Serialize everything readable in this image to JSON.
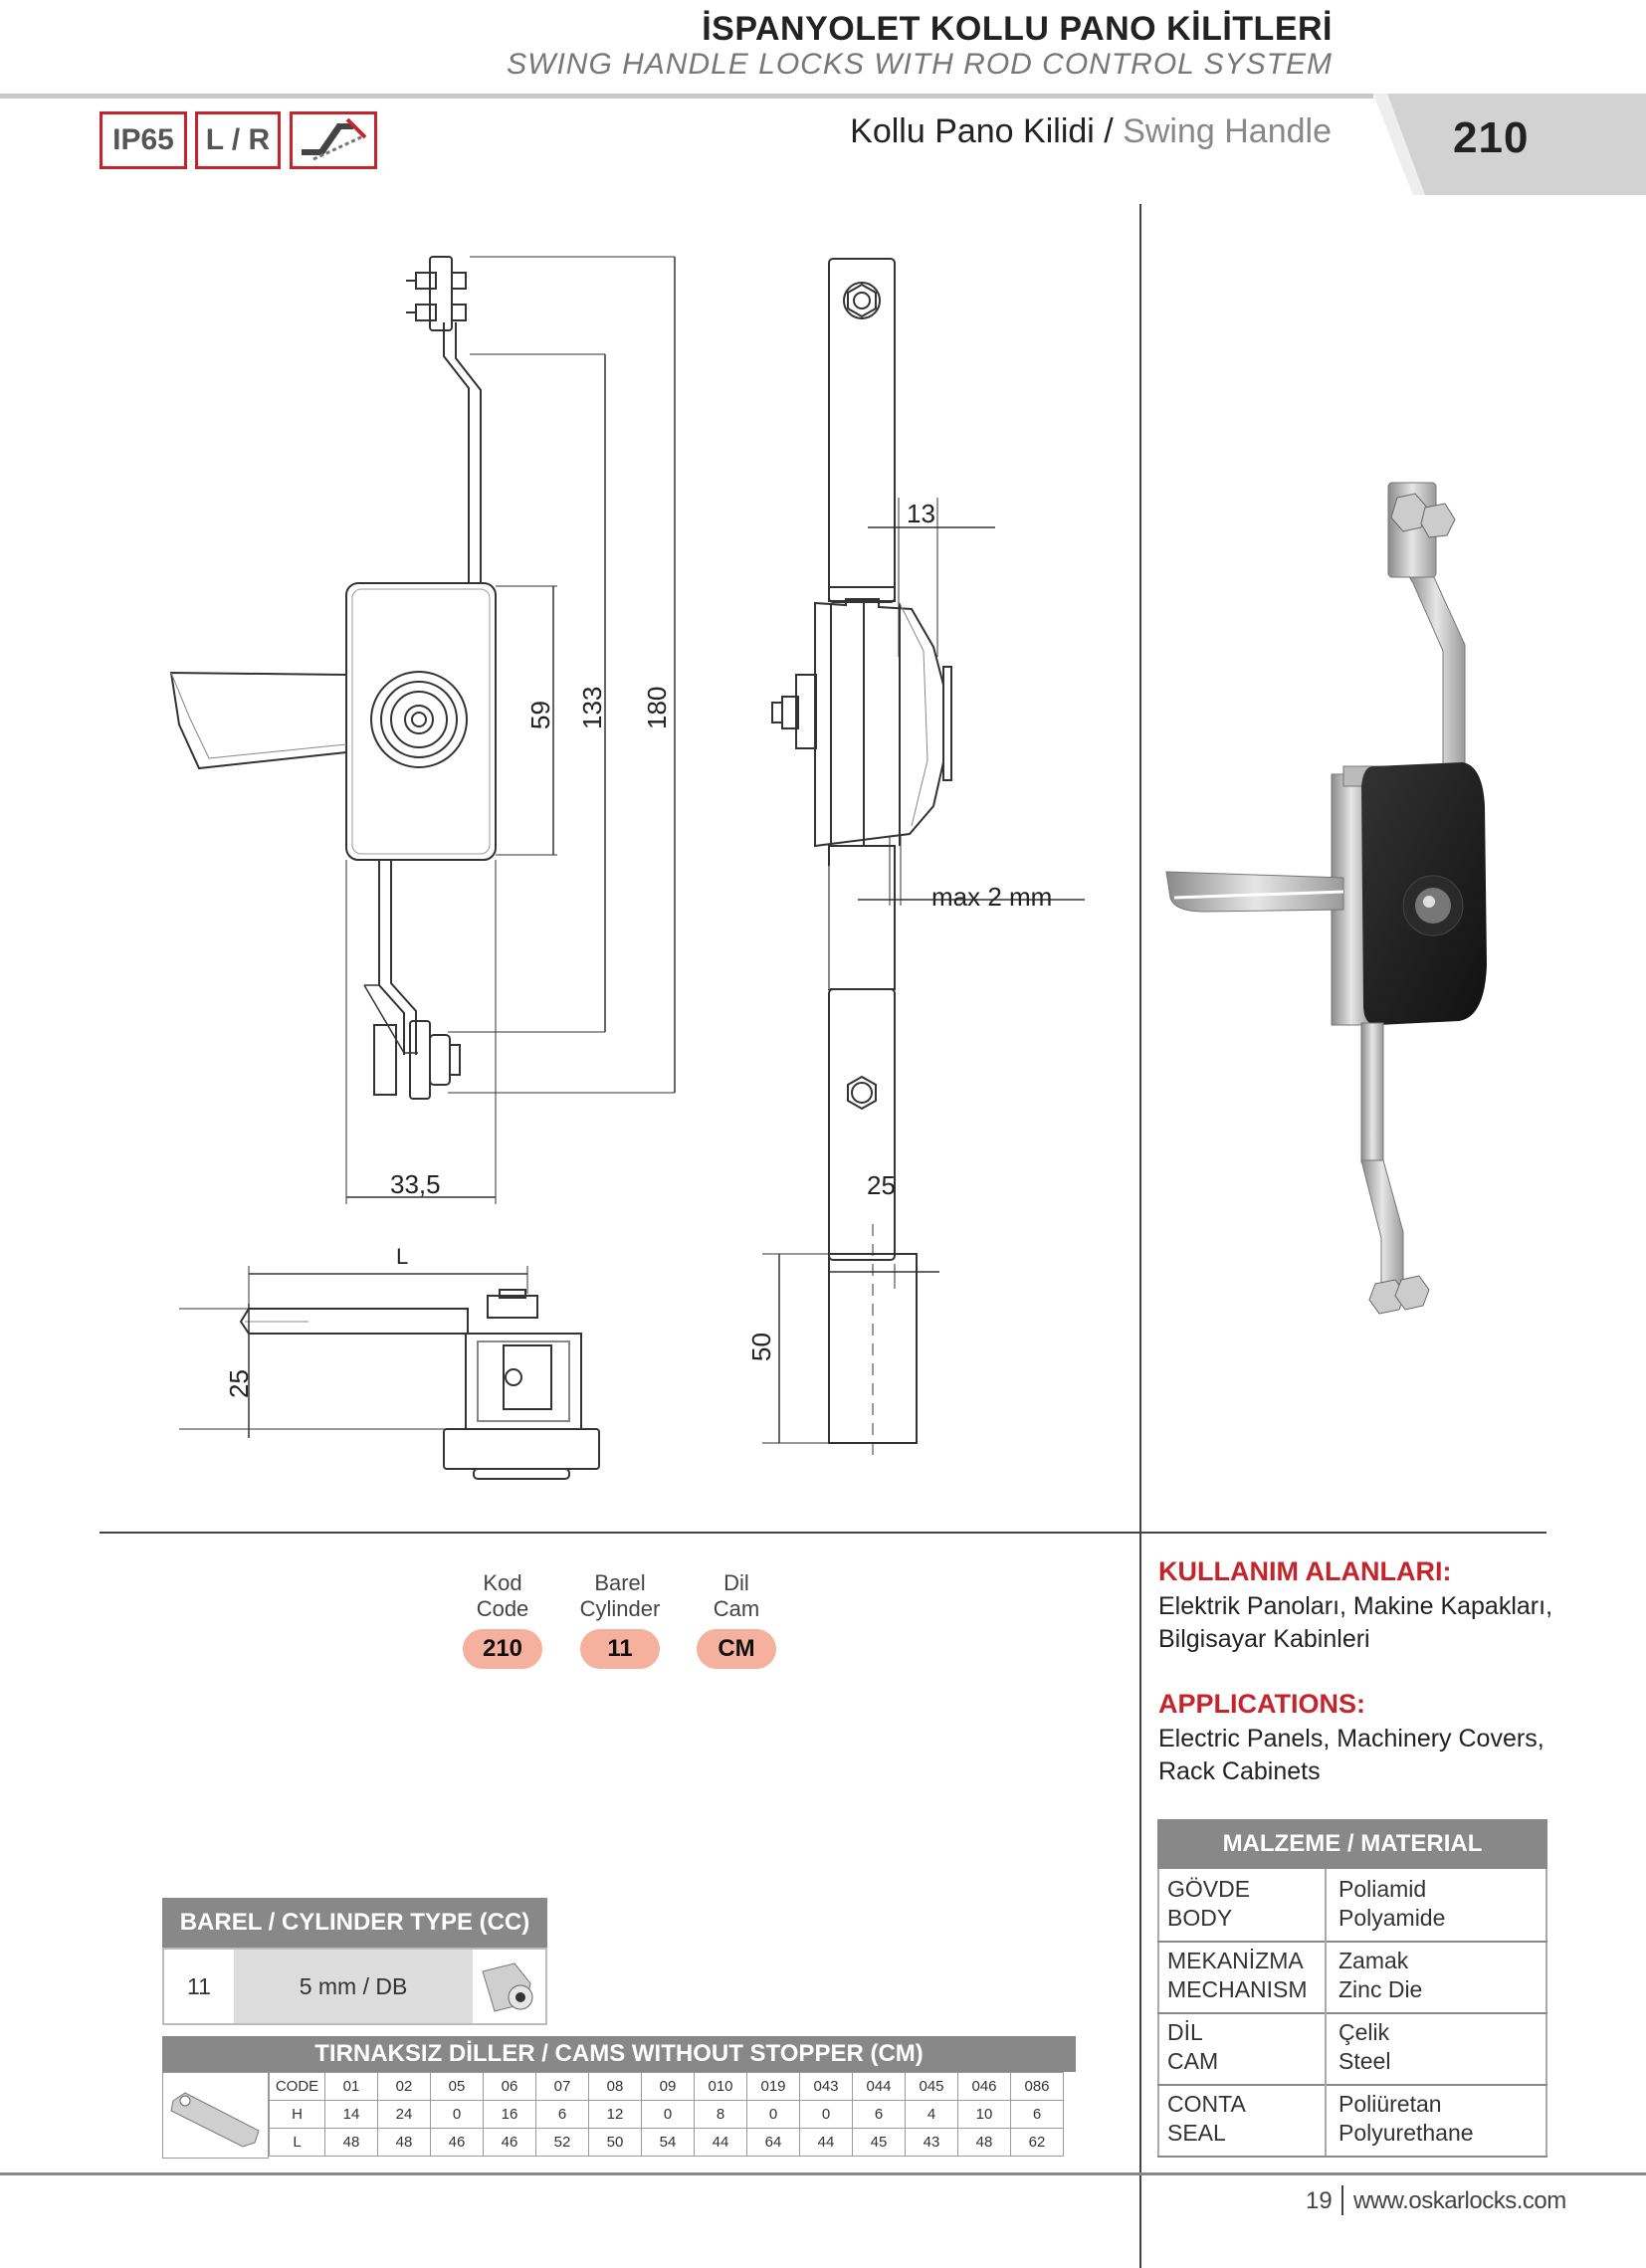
{
  "header": {
    "title_tr": "İSPANYOLET KOLLU PANO KİLİTLERİ",
    "title_en": "SWING HANDLE LOCKS WITH ROD CONTROL SYSTEM",
    "badges": [
      "IP65",
      "L / R"
    ],
    "product_title_tr": "Kollu Pano Kilidi /",
    "product_title_en": "Swing Handle",
    "product_code": "210"
  },
  "drawing_dims": {
    "d13": "13",
    "d59": "59",
    "d133": "133",
    "d180": "180",
    "dmax2": "max 2 mm",
    "d33_5": "33,5",
    "d25a": "25",
    "dL": "L",
    "d25b": "25",
    "d50": "50"
  },
  "code_selector": {
    "items": [
      {
        "label_tr": "Kod",
        "label_en": "Code",
        "value": "210"
      },
      {
        "label_tr": "Barel",
        "label_en": "Cylinder",
        "value": "11"
      },
      {
        "label_tr": "Dil",
        "label_en": "Cam",
        "value": "CM"
      }
    ]
  },
  "applications": {
    "tr_heading": "KULLANIM ALANLARI:",
    "tr_line1": "Elektrik Panoları, Makine Kapakları,",
    "tr_line2": "Bilgisayar Kabinleri",
    "en_heading": "APPLICATIONS:",
    "en_line1": "Electric Panels, Machinery Covers,",
    "en_line2": "Rack Cabinets"
  },
  "material": {
    "heading": "MALZEME / MATERIAL",
    "rows": [
      {
        "part_tr": "GÖVDE",
        "part_en": "BODY",
        "mat_tr": "Poliamid",
        "mat_en": "Polyamide"
      },
      {
        "part_tr": "MEKANİZMA",
        "part_en": "MECHANISM",
        "mat_tr": "Zamak",
        "mat_en": "Zinc Die"
      },
      {
        "part_tr": "DİL",
        "part_en": "CAM",
        "mat_tr": "Çelik",
        "mat_en": "Steel"
      },
      {
        "part_tr": "CONTA",
        "part_en": "SEAL",
        "mat_tr": "Poliüretan",
        "mat_en": "Polyurethane"
      }
    ]
  },
  "cylinder": {
    "heading": "BAREL / CYLINDER TYPE (CC)",
    "code": "11",
    "type": "5 mm / DB"
  },
  "cams": {
    "heading": "TIRNAKSIZ DİLLER / CAMS WITHOUT STOPPER (CM)",
    "row_code": [
      "CODE",
      "01",
      "02",
      "05",
      "06",
      "07",
      "08",
      "09",
      "010",
      "019",
      "043",
      "044",
      "045",
      "046",
      "086"
    ],
    "row_h": [
      "H",
      "14",
      "24",
      "0",
      "16",
      "6",
      "12",
      "0",
      "8",
      "0",
      "0",
      "6",
      "4",
      "10",
      "6"
    ],
    "row_l": [
      "L",
      "48",
      "48",
      "46",
      "46",
      "52",
      "50",
      "54",
      "44",
      "64",
      "44",
      "45",
      "43",
      "48",
      "62"
    ]
  },
  "footer": {
    "page": "19",
    "url": "www.oskarlocks.com"
  }
}
